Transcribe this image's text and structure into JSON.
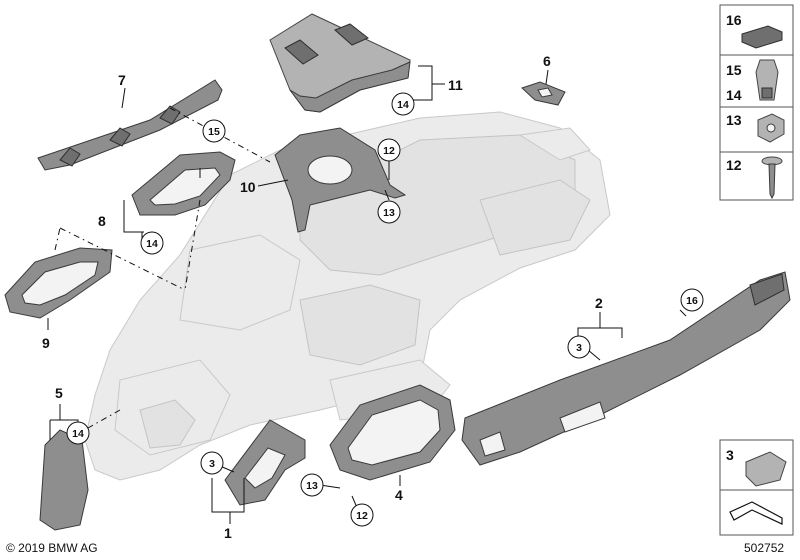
{
  "callouts": {
    "c1": "1",
    "c2": "2",
    "c3a": "3",
    "c3b": "3",
    "c3c": "3",
    "c4": "4",
    "c5": "5",
    "c6": "6",
    "c7": "7",
    "c8": "8",
    "c9": "9",
    "c10": "10",
    "c11": "11",
    "c12a": "12",
    "c12b": "12",
    "c12c": "12",
    "c13a": "13",
    "c13b": "13",
    "c13c": "13",
    "c14a": "14",
    "c14b": "14",
    "c14c": "14",
    "c14d": "14",
    "c15a": "15",
    "c15b": "15",
    "c16a": "16",
    "c16b": "16"
  },
  "footer": {
    "copyright": "© 2019 BMW AG",
    "drawing_number": "502752"
  }
}
